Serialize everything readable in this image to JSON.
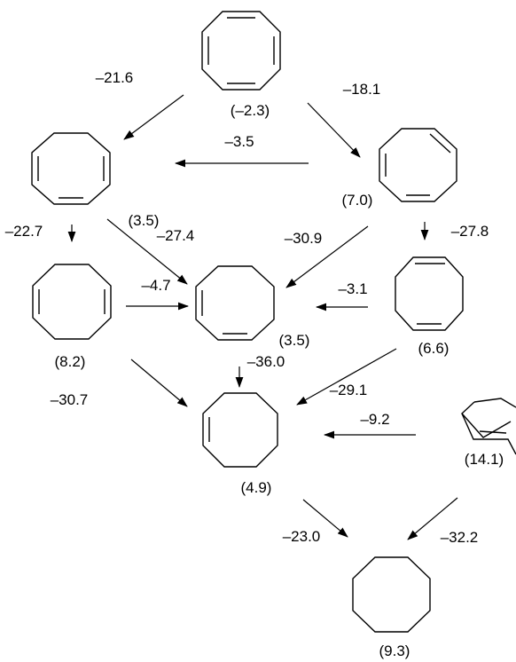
{
  "molecules": {
    "cot": {
      "label": "(–2.3)"
    },
    "ctt_left": {
      "label": "(3.5)"
    },
    "ctt_right": {
      "label": "(7.0)"
    },
    "cod_15": {
      "label": "(8.2)"
    },
    "cod_13": {
      "label": "(3.5)"
    },
    "cod_trans": {
      "label": "(6.6)"
    },
    "coe_cis": {
      "label": "(4.9)"
    },
    "coe_trans": {
      "label": "(14.1)"
    },
    "coa": {
      "label": "(9.3)"
    }
  },
  "enthalpies": {
    "cot_to_left": "–21.6",
    "cot_to_right": "–18.1",
    "right_to_left": "–3.5",
    "left_to_15": "–22.7",
    "left_to_13": "–27.4",
    "right_to_13": "–30.9",
    "right_to_trans": "–27.8",
    "d15_to_13": "–4.7",
    "trans_to_13": "–3.1",
    "d13_to_coe": "–36.0",
    "d15_to_coe": "–30.7",
    "trans_to_coe": "–29.1",
    "tcoe_to_coe": "–9.2",
    "coe_to_coa": "–23.0",
    "tcoe_to_coa": "–32.2"
  }
}
